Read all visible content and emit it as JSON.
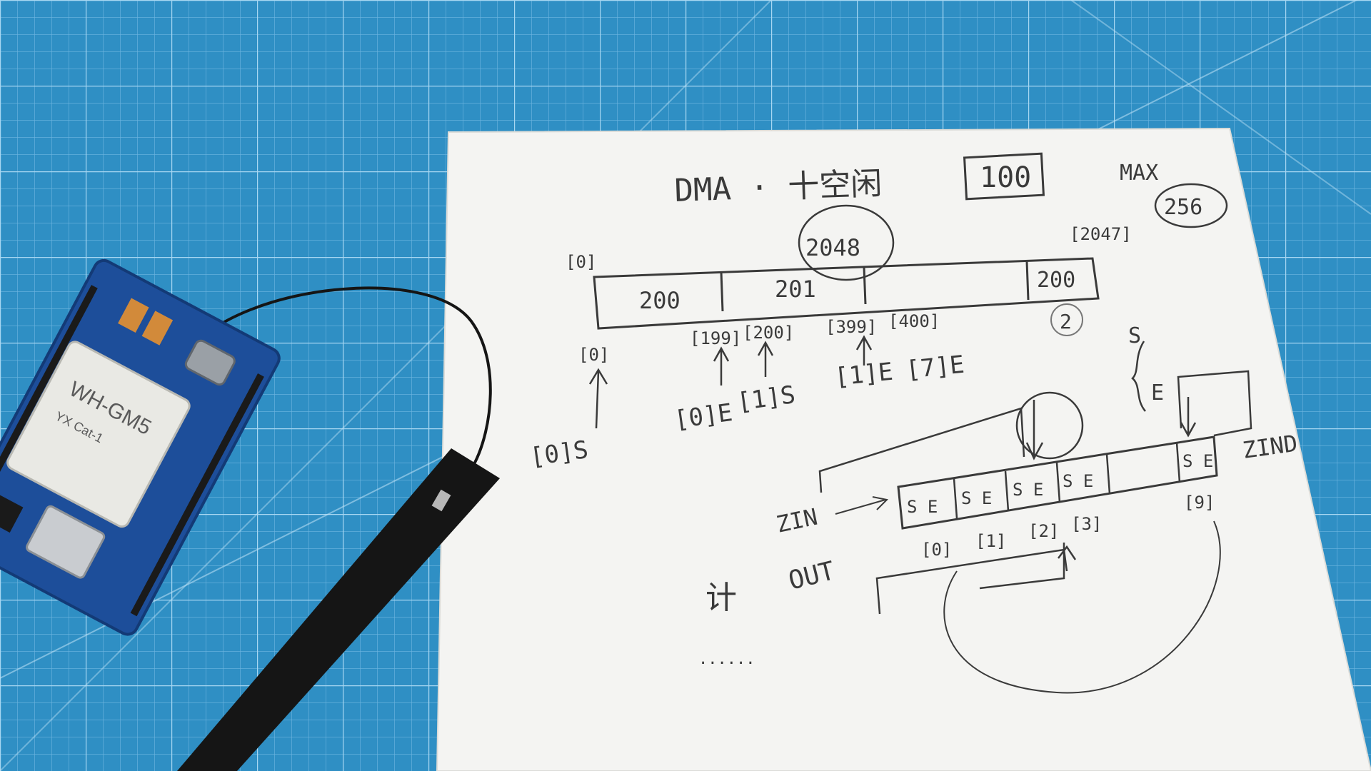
{
  "scene": {
    "mat_color": "#2f8fc4",
    "grid_color": "#8ec9ea",
    "paper_color": "#f4f4f2",
    "pencil_color": "#3a3a3a",
    "board_color": "#1d4e9a",
    "antenna_color": "#151515"
  },
  "sketch": {
    "title": "DMA · 十空闲",
    "boxed_value": "100",
    "max_label": "MAX",
    "max_value": "256",
    "circled_top": "2048",
    "top_buffer": {
      "start_index": "[0]",
      "end_index": "[2047]",
      "cells": [
        "200",
        "201",
        "",
        "200"
      ],
      "below_labels": [
        "[0]",
        "[199]",
        "[200]",
        "[399]",
        "[400]"
      ],
      "mark": "2"
    },
    "pointers": [
      "[0]S",
      "[0]E",
      "[1]S",
      "[1]E",
      "[7]E"
    ],
    "bottom_buffer": {
      "cells": [
        "S E",
        "S E",
        "S E",
        "S E",
        "S E"
      ],
      "indices": [
        "[0]",
        "[1]",
        "[2]",
        "[3]",
        "[9]"
      ],
      "in_label": "ZIN",
      "out_label": "OUT",
      "end_label": "ZIND",
      "side_labels": [
        "S",
        "E"
      ],
      "note": "计",
      "dots": "......"
    }
  },
  "module": {
    "label": "WH-GM5",
    "sublabel": "YX Cat-1"
  }
}
